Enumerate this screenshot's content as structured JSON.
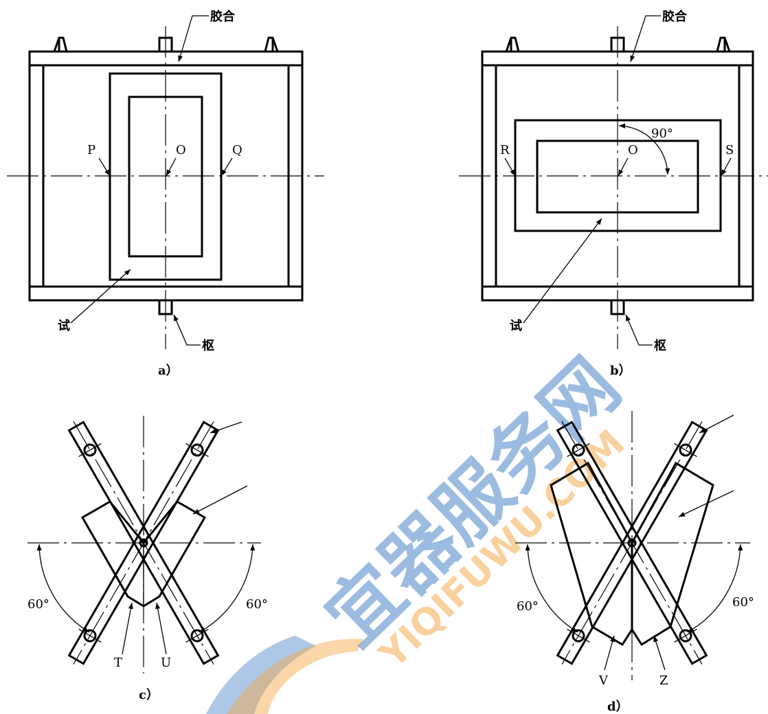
{
  "labels": {
    "glue": "胶合",
    "specimen": "试",
    "pivot": "枢",
    "origin": "O",
    "p": "P",
    "q": "Q",
    "r": "R",
    "s": "S",
    "t": "T",
    "u": "U",
    "v": "V",
    "z": "Z",
    "angle90": "90°",
    "angle60": "60°"
  },
  "captions": {
    "a": "a）",
    "b": "b）",
    "c": "c）",
    "d": "d）"
  },
  "watermark": {
    "main": "宜器服务网",
    "sub": "YIQIFUWU.COM",
    "color_blue": "#4a86c8",
    "color_orange": "#f4a540"
  }
}
